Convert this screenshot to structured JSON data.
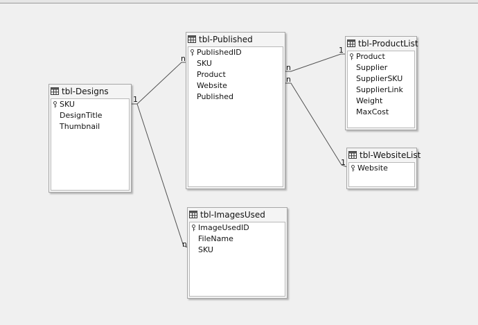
{
  "tables": {
    "designs": {
      "title": "tbl-Designs",
      "fields": [
        "SKU",
        "DesignTitle",
        "Thumbnail"
      ]
    },
    "published": {
      "title": "tbl-Published",
      "fields": [
        "PublishedID",
        "SKU",
        "Product",
        "Website",
        "Published"
      ]
    },
    "productlist": {
      "title": "tbl-ProductList",
      "fields": [
        "Product",
        "Supplier",
        "SupplierSKU",
        "SupplierLink",
        "Weight",
        "MaxCost"
      ]
    },
    "websitelist": {
      "title": "tbl-WebsiteList",
      "fields": [
        "Website"
      ]
    },
    "imagesused": {
      "title": "tbl-ImagesUsed",
      "fields": [
        "ImageUsedID",
        "FileName",
        "SKU"
      ]
    }
  },
  "relations": {
    "designs_published": {
      "from": "1",
      "to": "n"
    },
    "designs_imagesused": {
      "to": "n"
    },
    "published_productlist": {
      "from": "n",
      "to": "1"
    },
    "published_websitelist": {
      "from": "n",
      "to": "1"
    }
  },
  "icons": {
    "table": "table-icon",
    "primary_key": "key-icon"
  },
  "colors": {
    "canvas": "#f0f0f0",
    "card_body": "#ffffff",
    "border": "#a6a6a6",
    "line": "#505050"
  }
}
